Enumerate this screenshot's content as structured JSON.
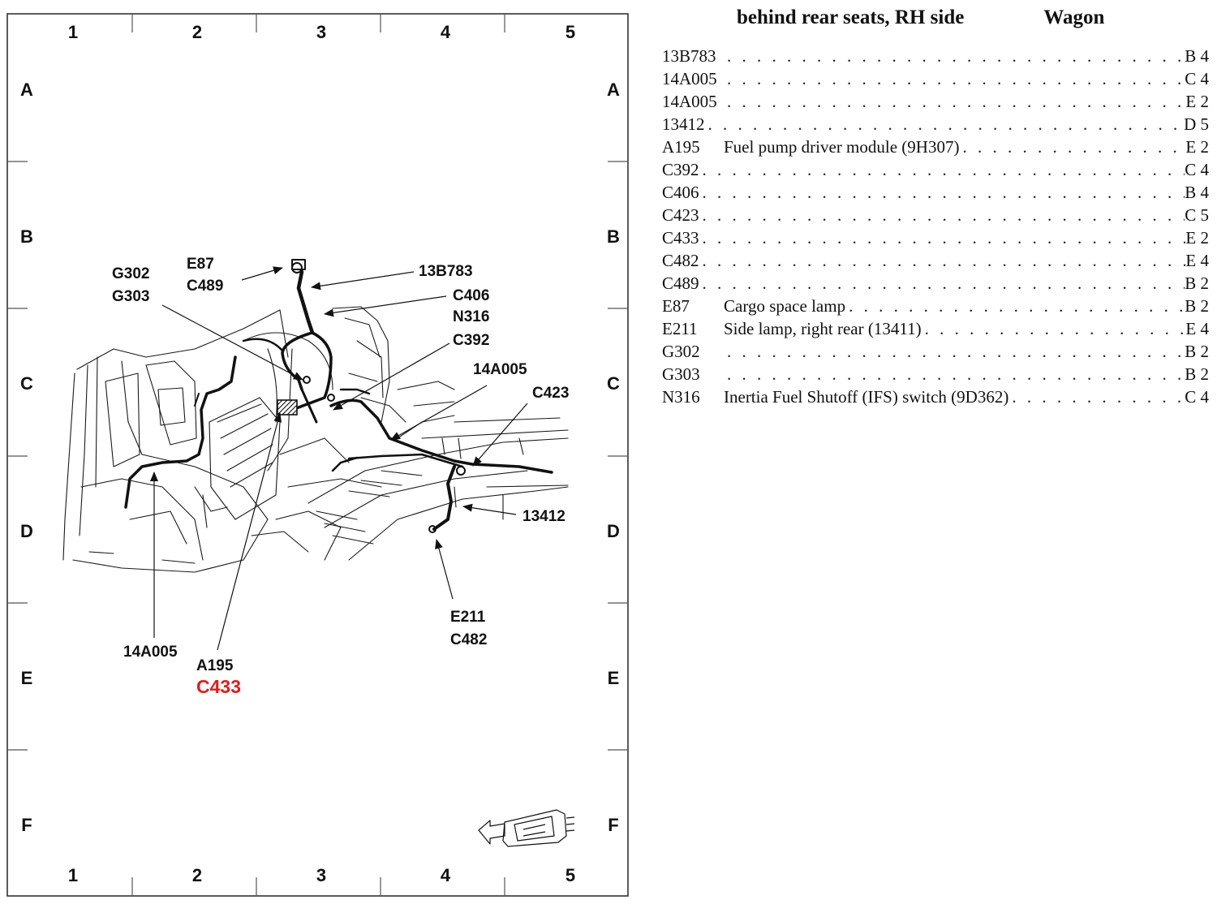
{
  "grid": {
    "columns": [
      "1",
      "2",
      "3",
      "4",
      "5"
    ],
    "rows": [
      "A",
      "B",
      "C",
      "D",
      "E",
      "F"
    ]
  },
  "callouts": {
    "g302": "G302",
    "g303": "G303",
    "e87": "E87",
    "c489": "C489",
    "b13b783": "13B783",
    "c406": "C406",
    "n316": "N316",
    "c392": "C392",
    "a14a005_right": "14A005",
    "c423": "C423",
    "d13412": "13412",
    "e211": "E211",
    "c482": "C482",
    "a14a005_left": "14A005",
    "a195": "A195",
    "c433": "C433"
  },
  "highlight_color": "#e31b1b",
  "orientation_icon": "vehicle-front-arrow-icon",
  "index": {
    "heading_left": "behind rear seats, RH side",
    "heading_right": "Wagon",
    "entries": [
      {
        "code": "13B783",
        "description": "",
        "location": "B 4"
      },
      {
        "code": "14A005",
        "description": "",
        "location": "C 4"
      },
      {
        "code": "14A005",
        "description": "",
        "location": "E 2"
      },
      {
        "code": "13412",
        "description": "",
        "location": "D 5"
      },
      {
        "code": "A195",
        "description": "Fuel pump driver module (9H307)",
        "location": "E 2"
      },
      {
        "code": "C392",
        "description": "",
        "location": "C 4"
      },
      {
        "code": "C406",
        "description": "",
        "location": "B 4"
      },
      {
        "code": "C423",
        "description": "",
        "location": "C 5"
      },
      {
        "code": "C433",
        "description": "",
        "location": "E 2"
      },
      {
        "code": "C482",
        "description": "",
        "location": "E 4"
      },
      {
        "code": "C489",
        "description": "",
        "location": "B 2"
      },
      {
        "code": "E87",
        "description": "Cargo space lamp",
        "location": "B 2"
      },
      {
        "code": "E211",
        "description": "Side lamp, right rear (13411)",
        "location": "E 4"
      },
      {
        "code": "G302",
        "description": "",
        "location": "B 2"
      },
      {
        "code": "G303",
        "description": "",
        "location": "B 2"
      },
      {
        "code": "N316",
        "description": "Inertia Fuel Shutoff (IFS) switch (9D362)",
        "location": "C 4"
      }
    ]
  }
}
